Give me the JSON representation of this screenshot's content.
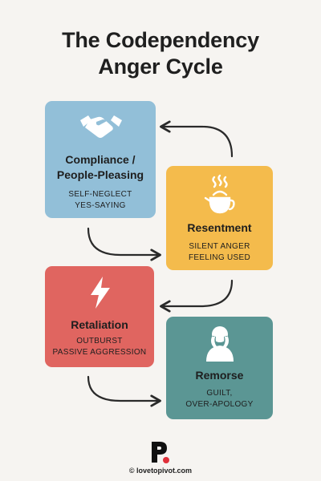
{
  "title": {
    "line1": "The Codependency",
    "line2": "Anger Cycle"
  },
  "colors": {
    "compliance": "#92bfd8",
    "resentment": "#f4bb4c",
    "retaliation": "#e06560",
    "remorse": "#5b9694",
    "arrow": "#2a2a2a",
    "logo_dot": "#e0303a"
  },
  "cards": {
    "compliance": {
      "label_line1": "Compliance /",
      "label_line2": "People-Pleasing",
      "sub_line1": "SELF-NEGLECT",
      "sub_line2": "YES-SAYING",
      "icon": "handshake-icon"
    },
    "resentment": {
      "label_line1": "Resentment",
      "sub_line1": "SILENT ANGER",
      "sub_line2": "FEELING USED",
      "icon": "steaming-kettle-icon"
    },
    "retaliation": {
      "label_line1": "Retaliation",
      "sub_line1": "OUTBURST",
      "sub_line2": "PASSIVE AGGRESSION",
      "icon": "lightning-bolt-icon"
    },
    "remorse": {
      "label_line1": "Remorse",
      "sub_line1": "GUILT,",
      "sub_line2": "OVER-APOLOGY",
      "icon": "distressed-person-icon"
    }
  },
  "footer": {
    "copyright": "© lovetopivot.com",
    "logo_icon": "pivot-logo-icon"
  }
}
